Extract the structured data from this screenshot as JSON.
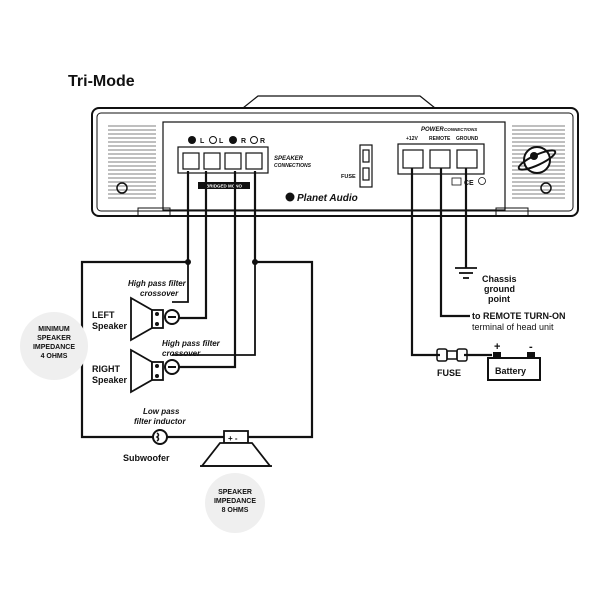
{
  "title": "Tri-Mode",
  "amplifier": {
    "brand": "Planet Audio",
    "speaker_terminal_labels": [
      "L",
      "L",
      "R",
      "R"
    ],
    "speaker_connections_label_line1": "SPEAKER",
    "speaker_connections_label_line2": "CONNECTIONS",
    "bridged_label": "BRIDGED MONO",
    "fuse_label": "FUSE",
    "power_connections_label_line1": "POWER",
    "power_connections_label_line2": "CONNECTIONS",
    "power_terminal_labels": [
      "+12V",
      "REMOTE",
      "GROUND"
    ],
    "cert_marks": [
      "CE"
    ]
  },
  "labels": {
    "hpf_left_line1": "High pass filter",
    "hpf_left_line2": "crossover",
    "hpf_right_line1": "High pass filter",
    "hpf_right_line2": "crossover",
    "left_speaker_line1": "LEFT",
    "left_speaker_line2": "Speaker",
    "right_speaker_line1": "RIGHT",
    "right_speaker_line2": "Speaker",
    "lpf_line1": "Low pass",
    "lpf_line2": "filter inductor",
    "subwoofer": "Subwoofer",
    "min_impedance_line1": "MINIMUM",
    "min_impedance_line2": "SPEAKER",
    "min_impedance_line3": "IMPEDANCE",
    "min_impedance_line4": "4 OHMS",
    "spk_impedance_line1": "SPEAKER",
    "spk_impedance_line2": "IMPEDANCE",
    "spk_impedance_line3": "8 OHMS",
    "chassis_line1": "Chassis",
    "chassis_line2": "ground",
    "chassis_line3": "point",
    "remote_line1": "to REMOTE TURN-ON",
    "remote_line2": "terminal of head unit",
    "fuse": "FUSE",
    "battery": "Battery",
    "sub_polarity": "+ -",
    "battery_plus": "+",
    "battery_minus": "-"
  },
  "icons": {
    "logo": "planet-logo-icon",
    "ground": "ground-symbol-icon",
    "fuse": "inline-fuse-icon"
  }
}
